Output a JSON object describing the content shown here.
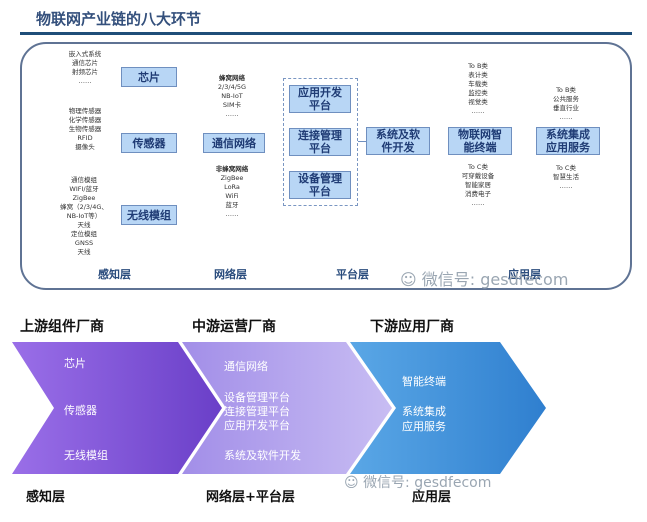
{
  "title": "物联网产业链的八大环节",
  "perception": {
    "group1_lines": [
      "嵌入式系统",
      "通信芯片",
      "射频芯片",
      "……"
    ],
    "chip": "芯片",
    "group2_lines": [
      "物理传感器",
      "化学传感器",
      "生物传感器",
      "RFID",
      "摄像头"
    ],
    "sensor": "传感器",
    "group3_lines": [
      "通信模组",
      "WIFI/蓝牙",
      "ZigBee",
      "蜂窝（2/3/4G、",
      "NB-IoT等）",
      "天线",
      "定位模组",
      "GNSS",
      "天线"
    ],
    "module": "无线模组",
    "label": "感知层"
  },
  "network": {
    "cellular_lines": [
      "蜂窝网络",
      "2/3/4/5G",
      "NB-IoT",
      "SIM卡",
      "……"
    ],
    "comm": "通信网络",
    "noncell_lines": [
      "非蜂窝网络",
      "ZigBee",
      "LoRa",
      "WiFi",
      "蓝牙",
      "……"
    ],
    "label": "网络层"
  },
  "platform": {
    "app_dev": "应用开发平台",
    "conn_mgmt": "连接管理平台",
    "dev_mgmt": "设备管理平台",
    "label": "平台层",
    "software": "系统及软件开发"
  },
  "application": {
    "tob_lines": [
      "To B类",
      "表计类",
      "车载类",
      "监控类",
      "视觉类",
      "……"
    ],
    "terminal": "物联网智能终端",
    "toc_lines": [
      "To C类",
      "可穿戴设备",
      "智能家居",
      "消费电子",
      "……"
    ],
    "tob2_lines": [
      "To B类",
      "公共服务",
      "垂直行业",
      "……"
    ],
    "integration": "系统集成应用服务",
    "toc2_lines": [
      "To C类",
      "智慧生活",
      "……"
    ],
    "label": "应用层"
  },
  "watermark_top": "微信号: gesdfecom",
  "bottom": {
    "upstream": "上游组件厂商",
    "midstream": "中游运营厂商",
    "downstream": "下游应用厂商",
    "arrow1": [
      "芯片",
      "传感器",
      "无线模组"
    ],
    "arrow2": [
      "通信网络",
      "设备管理平台",
      "连接管理平台",
      "应用开发平台",
      "系统及软件开发"
    ],
    "arrow3": [
      "智能终端",
      "系统集成",
      "应用服务"
    ],
    "label1": "感知层",
    "label2": "网络层+平台层",
    "label3": "应用层",
    "watermark": "微信号: gesdfecom"
  },
  "colors": {
    "arrow1": "#7b52d6",
    "arrow2": "#b9a8ef",
    "arrow3": "#3f8fd8",
    "box": "#b8d6f5",
    "rule": "#1f4e79"
  }
}
